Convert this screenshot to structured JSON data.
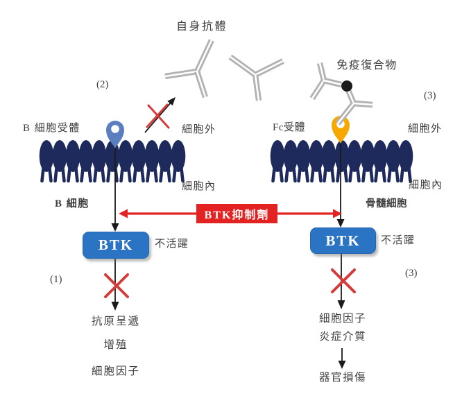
{
  "figure": {
    "top": {
      "autoantibody_label": "自身抗體",
      "immune_complex_label": "免疫復合物",
      "step2": "(2)",
      "step3_top": "(3)"
    },
    "left_panel": {
      "receptor_label": "B 細胞受體",
      "extracellular": "細胞外",
      "intracellular": "細胞內",
      "cell_label": "B 細胞",
      "btk_label": "BTK",
      "inactive_label": "不活躍",
      "step1": "(1)",
      "outcomes": [
        "抗原呈遞",
        "增殖",
        "細胞因子"
      ]
    },
    "right_panel": {
      "receptor_label": "Fc受體",
      "extracellular": "細胞外",
      "intracellular": "細胞內",
      "cell_label": "骨髓細胞",
      "btk_label": "BTK",
      "inactive_label": "不活躍",
      "step3": "(3)",
      "outcomes": [
        "細胞因子",
        "炎症介質"
      ],
      "final_outcome": "器官損傷"
    },
    "inhibitor": {
      "label": "BTK抑制劑"
    },
    "icons": {
      "b_cell_receptor": "blue-pin-receptor",
      "fc_receptor": "yellow-pin-receptor",
      "autoantibody": "gray-y-antibody",
      "immune_complex_antigen": "black-dot",
      "blocked_pathway": "red-cross",
      "inhibitor_span": "red-double-arrow",
      "membrane": "navy-lipid-bilayer"
    },
    "colors": {
      "membrane_navy": "#1f2a5c",
      "btk_box_blue": "#2b74c4",
      "inhibitor_red": "#e32322",
      "cross_red": "#d43c3c",
      "receptor_blue": "#5b7ec0",
      "receptor_yellow": "#f7a800",
      "antibody_gray": "#b3b3b3",
      "text_dark": "#3e3e3e"
    }
  }
}
